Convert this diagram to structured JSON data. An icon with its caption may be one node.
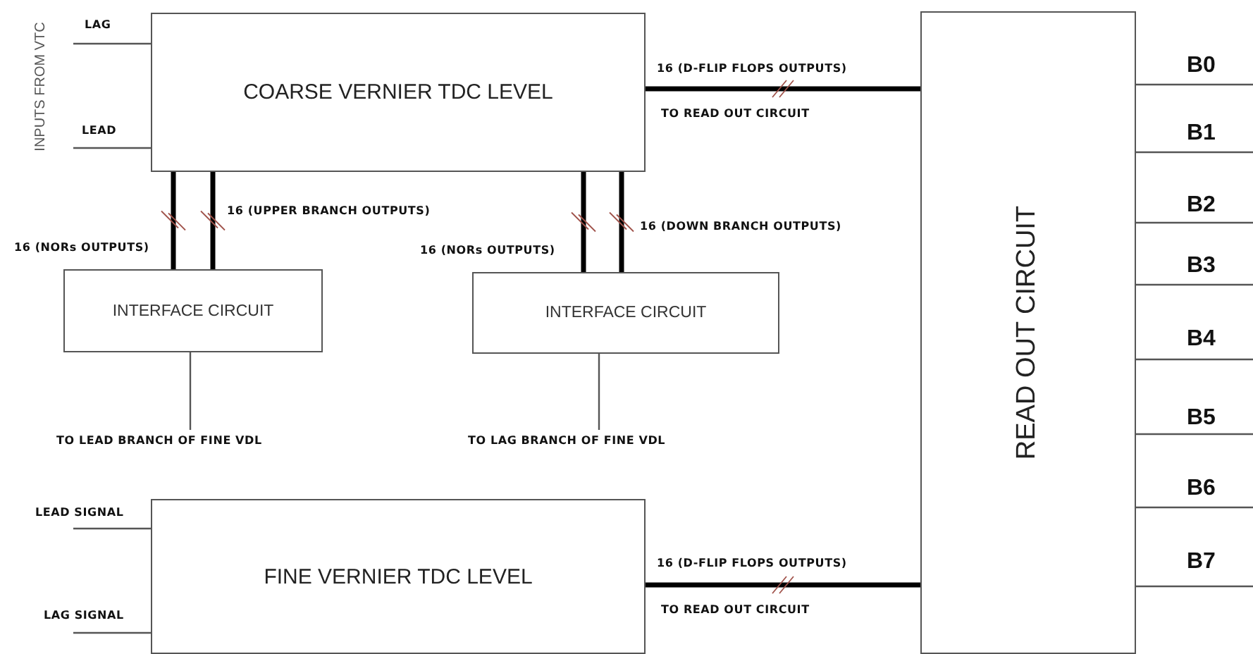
{
  "diagram": {
    "nodes": [
      {
        "text": [
          "COARSE VERNIER TDC LEVEL"
        ]
      },
      {
        "text": [
          "READ OUT CIRCUIT"
        ]
      },
      {
        "text": [
          "INTERFACE CIRCUIT"
        ]
      },
      {
        "text": [
          "INTERFACE CIRCUIT"
        ]
      },
      {
        "text": [
          "TO LEAD BRANCH OF FINE VDL"
        ]
      },
      {
        "text": [
          "TO LAG BRANCH OF FINE VDL"
        ]
      },
      {
        "text": [
          "FINE VERNIER TDC LEVEL"
        ]
      }
    ],
    "edges": [
      {
        "from": null,
        "to": 0,
        "arrow": "none"
      },
      {
        "from": null,
        "to": 0,
        "arrow": "none"
      },
      {
        "from": 0,
        "to": 1,
        "arrow": "none",
        "label": "16 (D-FLIP FLOPS OUTPUTS)",
        "style": "thick"
      },
      {
        "from": 0,
        "to": 2,
        "arrow": "none",
        "label": "16 (NORs OUTPUTS)",
        "style": "thick"
      },
      {
        "from": 0,
        "to": 2,
        "arrow": "none",
        "label": "16 (UPPER BRANCH OUTPUTS)",
        "style": "thick"
      },
      {
        "from": 0,
        "to": 3,
        "arrow": "none",
        "label": "16 (NORs OUTPUTS)",
        "style": "thick"
      },
      {
        "from": 0,
        "to": 3,
        "arrow": "none",
        "label": "16 (DOWN BRANCH OUTPUTS)",
        "style": "thick"
      },
      {
        "from": 2,
        "to": 4,
        "arrow": "none"
      },
      {
        "from": 3,
        "to": 5,
        "arrow": "none"
      },
      {
        "from": null,
        "to": 6,
        "arrow": "none"
      },
      {
        "from": null,
        "to": 6,
        "arrow": "none"
      },
      {
        "from": 6,
        "to": 1,
        "arrow": "none",
        "label": "16 (D-FLIP FLOPS OUTPUTS)",
        "style": "thick"
      },
      {
        "from": 1,
        "to": null,
        "arrow": "none",
        "label": "B0"
      },
      {
        "from": 1,
        "to": null,
        "arrow": "none",
        "label": "B1"
      },
      {
        "from": 1,
        "to": null,
        "arrow": "none",
        "label": "B2"
      },
      {
        "from": 1,
        "to": null,
        "arrow": "none",
        "label": "B3"
      },
      {
        "from": 1,
        "to": null,
        "arrow": "none",
        "label": "B4"
      },
      {
        "from": 1,
        "to": null,
        "arrow": "none",
        "label": "B5"
      },
      {
        "from": 1,
        "to": null,
        "arrow": "none",
        "label": "B6"
      },
      {
        "from": 1,
        "to": null,
        "arrow": "none",
        "label": "B7"
      }
    ],
    "labels": [
      "INPUTS FROM VTC",
      "LAG",
      "LEAD",
      "TO READ OUT CIRCUIT",
      "LEAD SIGNAL",
      "LAG SIGNAL",
      "TO READ OUT CIRCUIT"
    ]
  }
}
